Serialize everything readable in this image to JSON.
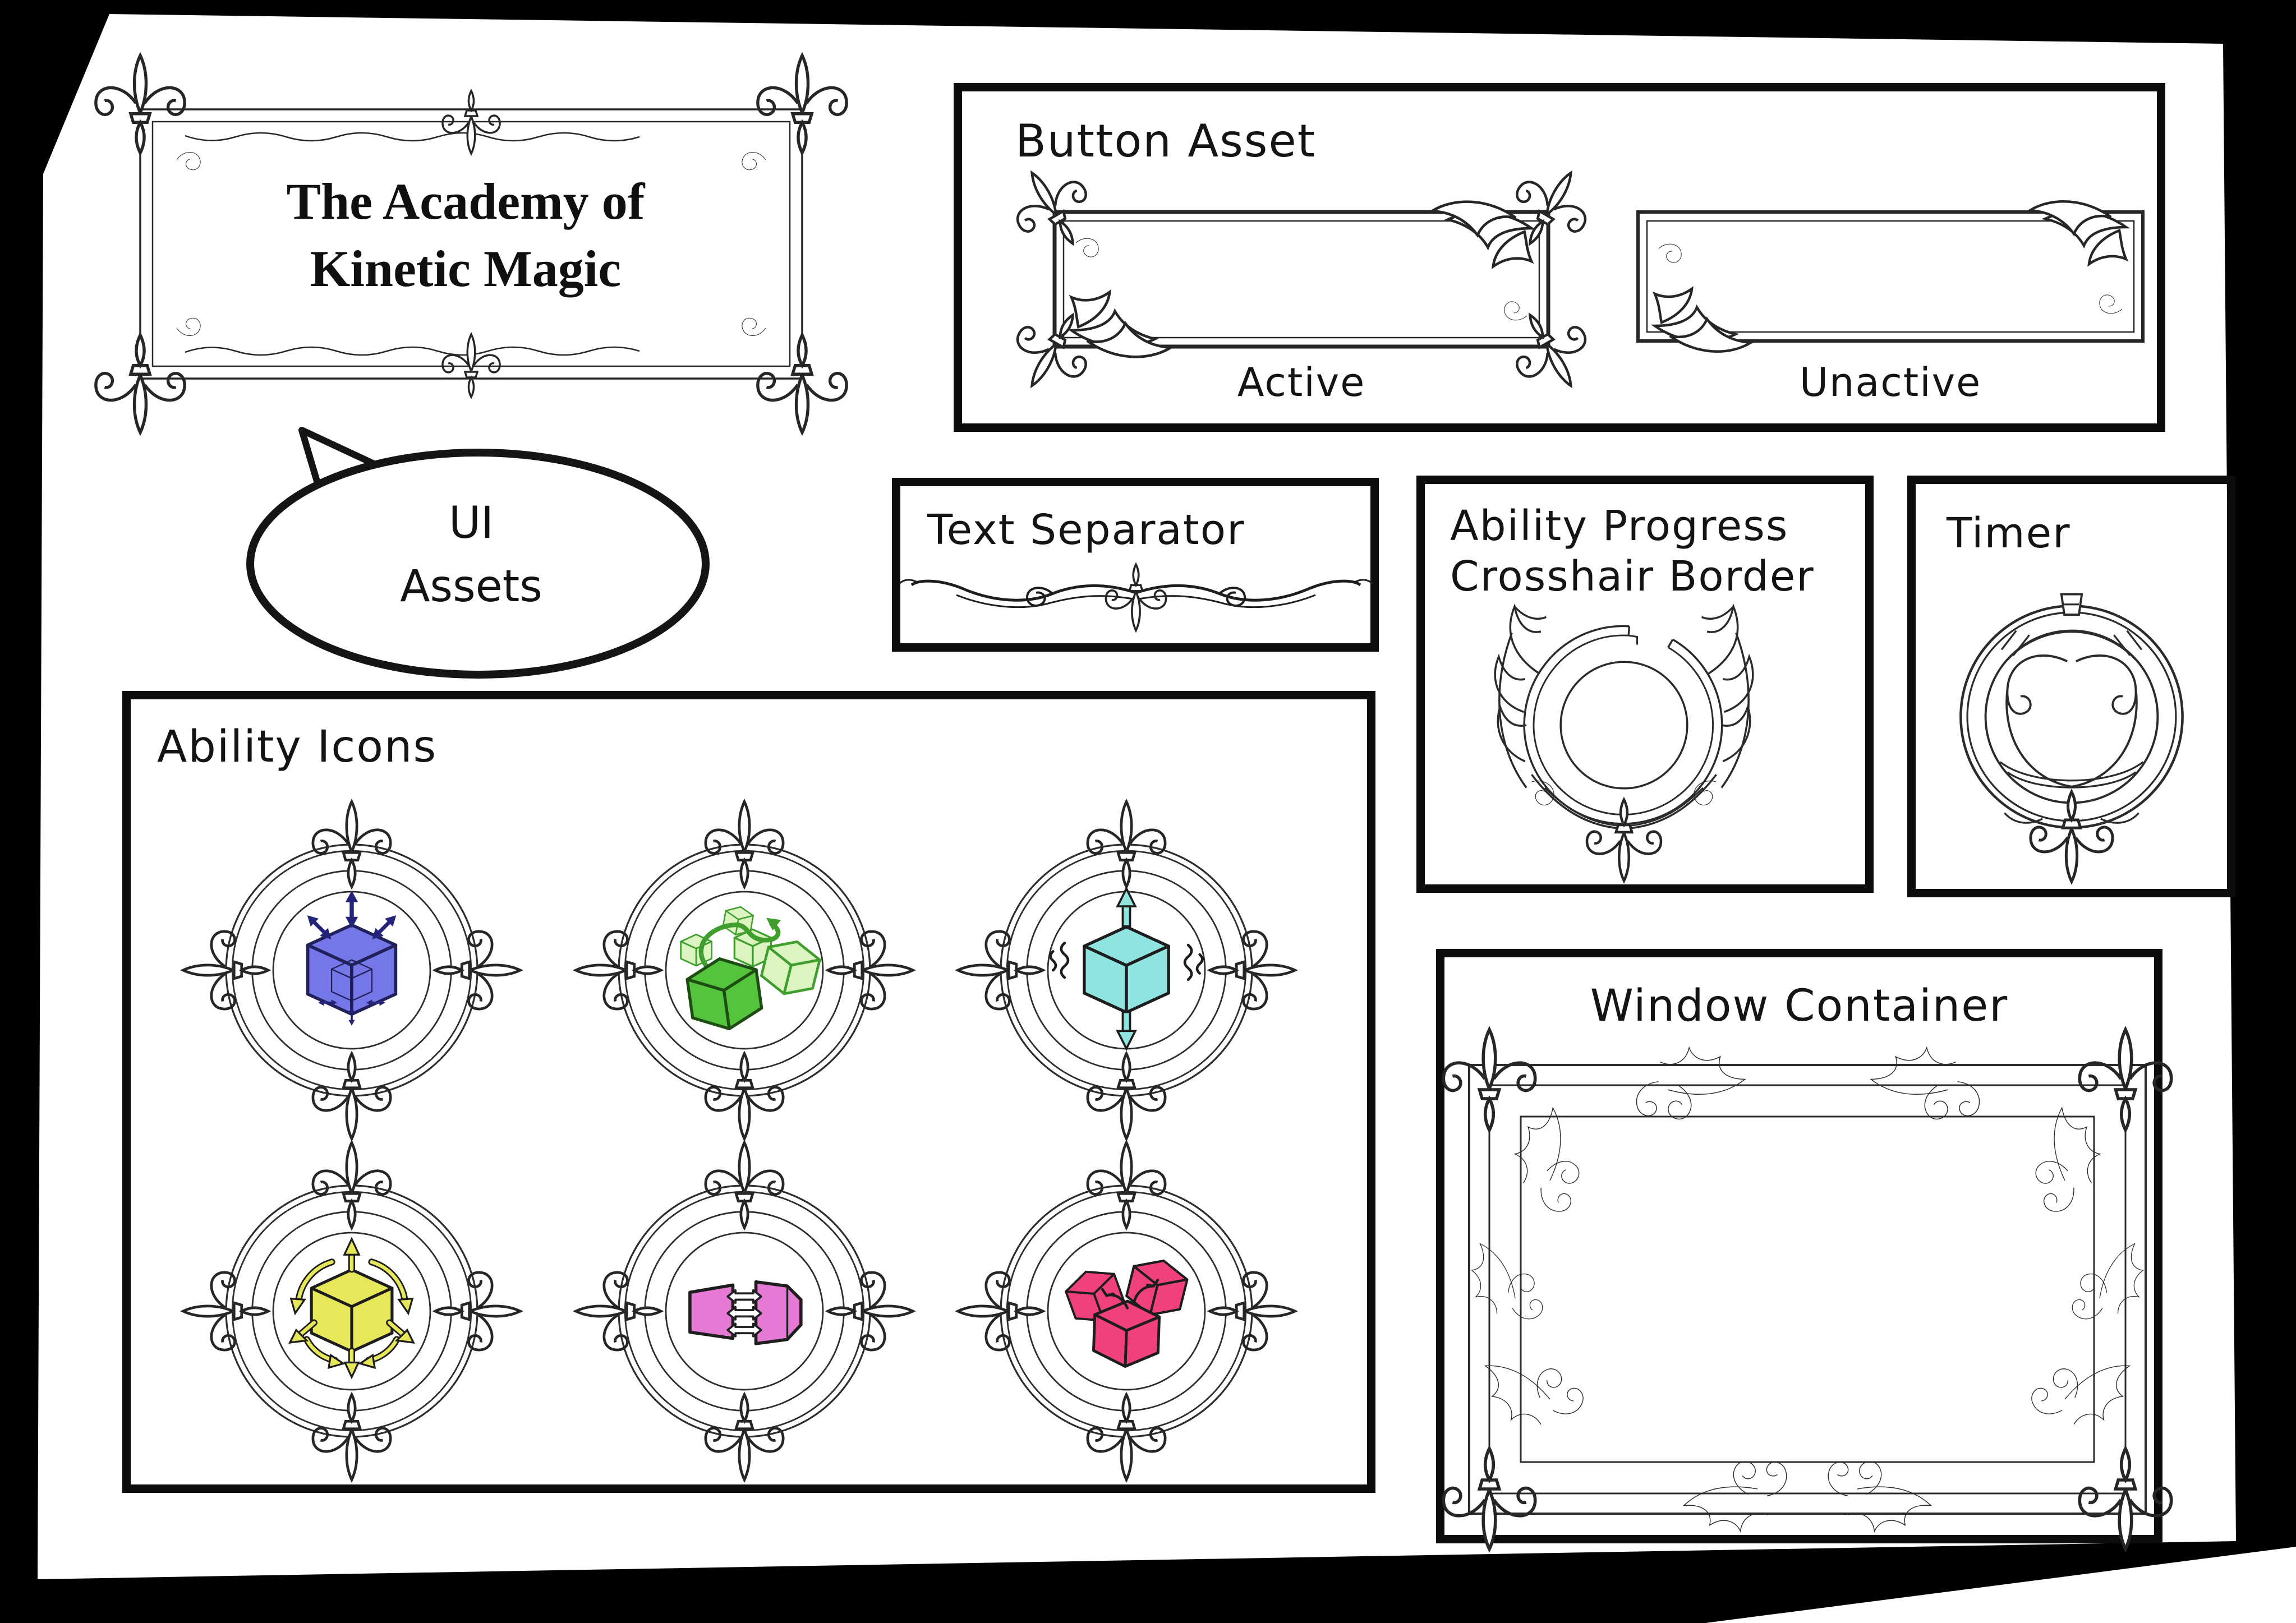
{
  "page": {
    "background": "#000000",
    "paper": "#ffffff",
    "ink": "#1a1a1a"
  },
  "title_plaque": {
    "line1": "The Academy of",
    "line2": "Kinetic Magic"
  },
  "speech_bubble": {
    "line1": "UI",
    "line2": "Assets"
  },
  "button_asset": {
    "heading": "Button Asset",
    "active_label": "Active",
    "unactive_label": "Unactive"
  },
  "text_separator": {
    "heading": "Text Separator"
  },
  "ability_progress": {
    "heading_line1": "Ability Progress",
    "heading_line2": "Crosshair Border"
  },
  "timer": {
    "heading": "Timer"
  },
  "ability_icons": {
    "heading": "Ability Icons",
    "icons": [
      {
        "name": "grow-cube-icon",
        "fill": "#7577e8",
        "accent": "#23237a"
      },
      {
        "name": "move-path-cube-icon",
        "fill": "#53c43c",
        "ghost_fill": "#dcf5c0",
        "accent": "#3f9e2d"
      },
      {
        "name": "vibrate-cube-icon",
        "fill": "#8fe4e0",
        "accent": "#1d1d1d"
      },
      {
        "name": "rotate-cube-icon",
        "fill": "#e7e75a",
        "accent": "#1d1d1d"
      },
      {
        "name": "merge-cube-icon",
        "fill": "#e57ad4",
        "accent": "#1d1d1d"
      },
      {
        "name": "scatter-cube-icon",
        "fill": "#f0417c",
        "accent": "#1d1d1d"
      }
    ]
  },
  "window_container": {
    "heading": "Window Container"
  }
}
